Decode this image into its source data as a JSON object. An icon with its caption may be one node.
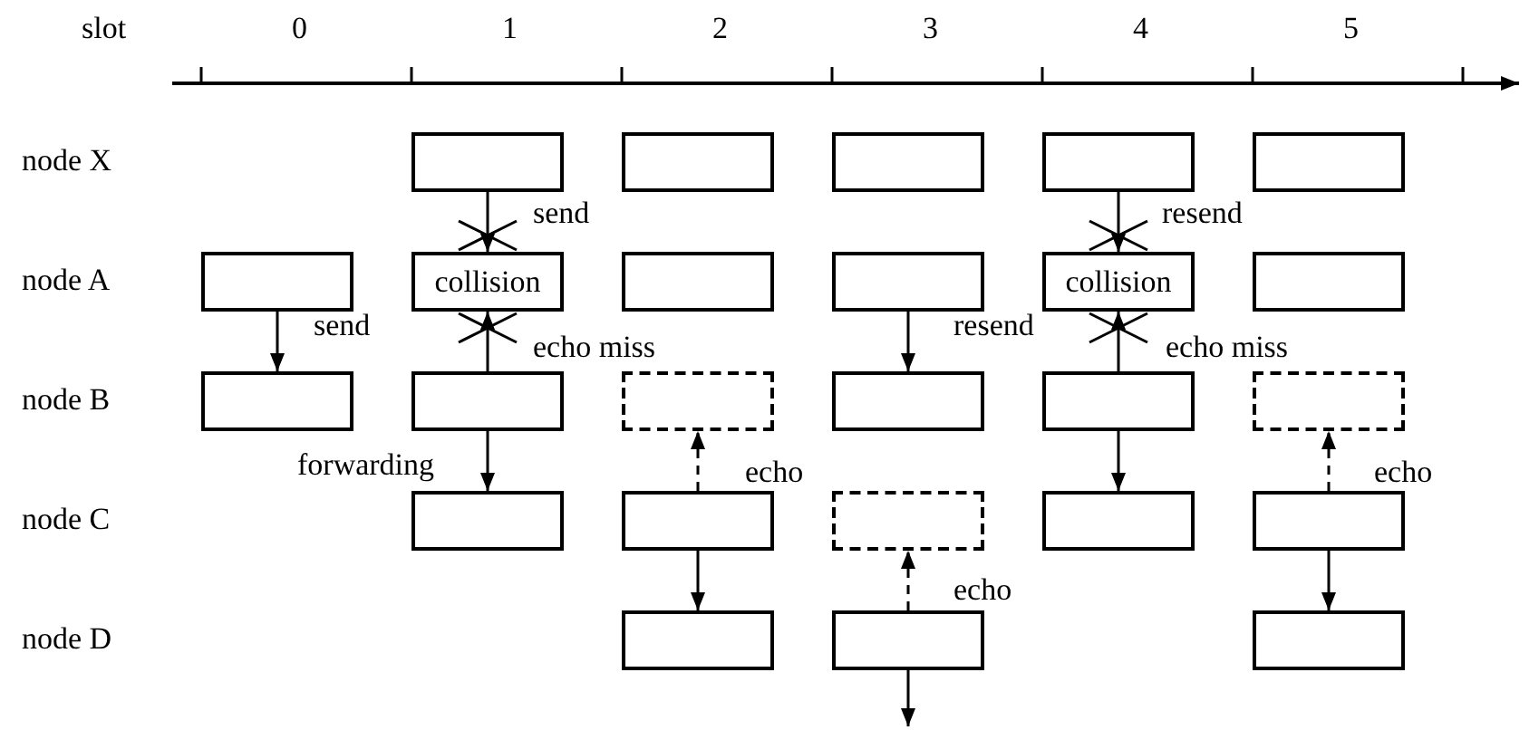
{
  "diagram": {
    "nodes": [
      {
        "text": [],
        "shape": "box"
      },
      {
        "text": [],
        "shape": "box"
      },
      {
        "text": [],
        "shape": "box"
      },
      {
        "text": [],
        "shape": "box"
      },
      {
        "text": [],
        "shape": "box"
      },
      {
        "text": [],
        "shape": "box"
      },
      {
        "text": [
          "collision"
        ]
      },
      {
        "text": [],
        "shape": "box"
      },
      {
        "text": [],
        "shape": "box"
      },
      {
        "text": [
          "collision"
        ]
      },
      {
        "text": [],
        "shape": "box"
      },
      {
        "text": [],
        "shape": "box"
      },
      {
        "text": [],
        "shape": "box"
      },
      {
        "text": [],
        "shape": "dashed-box"
      },
      {
        "text": [],
        "shape": "box"
      },
      {
        "text": [],
        "shape": "box"
      },
      {
        "text": [],
        "shape": "dashed-box"
      },
      {
        "text": [],
        "shape": "box"
      },
      {
        "text": [],
        "shape": "box"
      },
      {
        "text": [],
        "shape": "dashed-box"
      },
      {
        "text": [],
        "shape": "box"
      },
      {
        "text": [],
        "shape": "box"
      },
      {
        "text": [],
        "shape": "box"
      },
      {
        "text": [],
        "shape": "box"
      },
      {
        "text": [],
        "shape": "box"
      }
    ],
    "edges": [
      {
        "from": 0,
        "to": 6,
        "arrow": "to",
        "label": "send"
      },
      {
        "from": 5,
        "to": 11,
        "arrow": "to",
        "label": "send"
      },
      {
        "from": 12,
        "to": 6,
        "arrow": "to",
        "label": "echo miss"
      },
      {
        "from": 8,
        "to": 14,
        "arrow": "to",
        "label": "resend"
      },
      {
        "from": 3,
        "to": 9,
        "arrow": "to",
        "label": "resend"
      },
      {
        "from": 15,
        "to": 9,
        "arrow": "to",
        "label": "echo miss"
      },
      {
        "from": 12,
        "to": 17,
        "arrow": "to",
        "label": "forwarding"
      },
      {
        "from": 18,
        "to": 13,
        "arrow": "to",
        "label": "echo",
        "style": "dashed"
      },
      {
        "from": 18,
        "to": 22,
        "arrow": "to"
      },
      {
        "from": 23,
        "to": 19,
        "arrow": "to",
        "label": "echo",
        "style": "dashed"
      },
      {
        "from": 23,
        "to": null,
        "arrow": "to"
      },
      {
        "from": 15,
        "to": 20,
        "arrow": "to"
      },
      {
        "from": 21,
        "to": 16,
        "arrow": "to",
        "label": "echo",
        "style": "dashed"
      },
      {
        "from": 21,
        "to": 24,
        "arrow": "to"
      }
    ],
    "labels": [
      "slot",
      "0",
      "1",
      "2",
      "3",
      "4",
      "5",
      "node X",
      "node A",
      "node B",
      "node C",
      "node D"
    ]
  }
}
